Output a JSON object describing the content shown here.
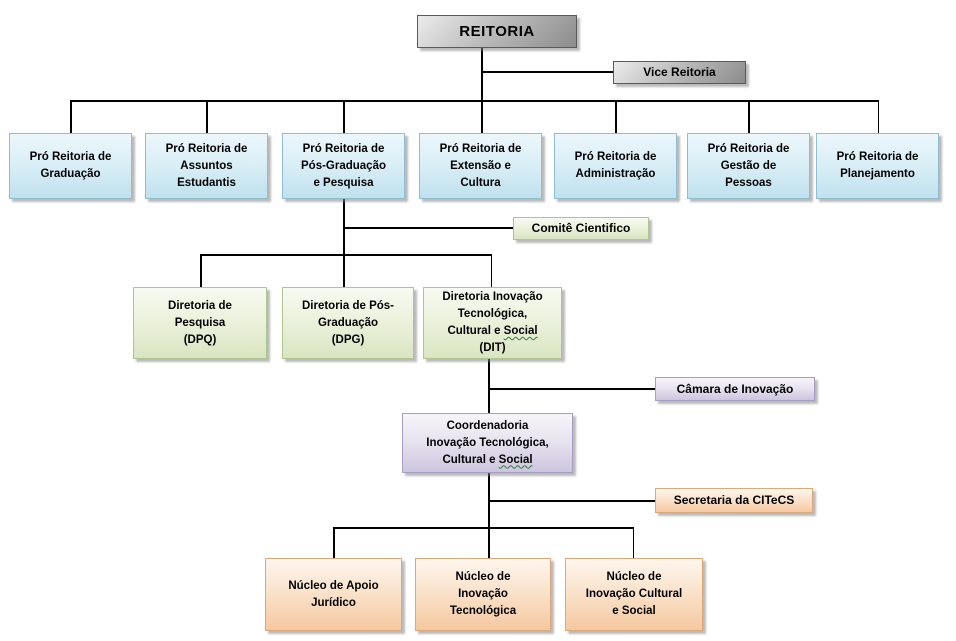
{
  "diagram": {
    "type": "org-chart",
    "background": "#ffffff",
    "line_color": "#000000",
    "level_colors": {
      "reitoria_gray": "#a8a8a8",
      "pro_reitoria_blue": "#cfe7f3",
      "diretoria_green": "#e0eacb",
      "coordenadoria_purple": "#d5cee3",
      "nucleo_orange": "#f8d9b8"
    },
    "nodes": {
      "reitoria": {
        "label": "REITORIA"
      },
      "vice_reitoria": {
        "label": "Vice Reitoria"
      },
      "graduacao": {
        "label": "Pró Reitoria de\nGraduação"
      },
      "assuntos": {
        "label": "Pró Reitoria de\nAssuntos\nEstudantis"
      },
      "pos_graduacao": {
        "label": "Pró Reitoria de\nPós-Graduação\ne Pesquisa"
      },
      "extensao": {
        "label": "Pró Reitoria de\nExtensão e\nCultura"
      },
      "administracao": {
        "label": "Pró Reitoria de\nAdministração"
      },
      "gestao": {
        "label": "Pró Reitoria de\nGestão de\nPessoas"
      },
      "planejamento": {
        "label": "Pró Reitoria de\nPlanejamento"
      },
      "comite": {
        "label": "Comitê Cientifico"
      },
      "dpq": {
        "label": "Diretoria de\nPesquisa\n(DPQ)"
      },
      "dpg": {
        "label": "Diretoria de Pós-\nGraduação\n(DPG)"
      },
      "dit": {
        "pre": "Diretoria Inovação\nTecnológica,\nCultural e ",
        "squiggle": "Social",
        "post": "\n(DIT)"
      },
      "camara": {
        "label": "Câmara de Inovação"
      },
      "coordenadoria": {
        "pre": "Coordenadoria\nInovação Tecnológica,\nCultural e ",
        "squiggle": "Social"
      },
      "secretaria": {
        "label": "Secretaria da CITeCS"
      },
      "nucleo_juridico": {
        "label": "Núcleo de Apoio\nJurídico"
      },
      "nucleo_tecnologica": {
        "label": "Núcleo de\nInovação\nTecnológica"
      },
      "nucleo_cultural": {
        "label": "Núcleo de\nInovação Cultural\ne Social"
      }
    },
    "edges": [
      [
        "reitoria",
        "vice_reitoria"
      ],
      [
        "reitoria",
        "graduacao"
      ],
      [
        "reitoria",
        "assuntos"
      ],
      [
        "reitoria",
        "pos_graduacao"
      ],
      [
        "reitoria",
        "extensao"
      ],
      [
        "reitoria",
        "administracao"
      ],
      [
        "reitoria",
        "gestao"
      ],
      [
        "reitoria",
        "planejamento"
      ],
      [
        "pos_graduacao",
        "comite"
      ],
      [
        "pos_graduacao",
        "dpq"
      ],
      [
        "pos_graduacao",
        "dpg"
      ],
      [
        "pos_graduacao",
        "dit"
      ],
      [
        "dit",
        "camara"
      ],
      [
        "dit",
        "coordenadoria"
      ],
      [
        "coordenadoria",
        "secretaria"
      ],
      [
        "coordenadoria",
        "nucleo_juridico"
      ],
      [
        "coordenadoria",
        "nucleo_tecnologica"
      ],
      [
        "coordenadoria",
        "nucleo_cultural"
      ]
    ]
  }
}
